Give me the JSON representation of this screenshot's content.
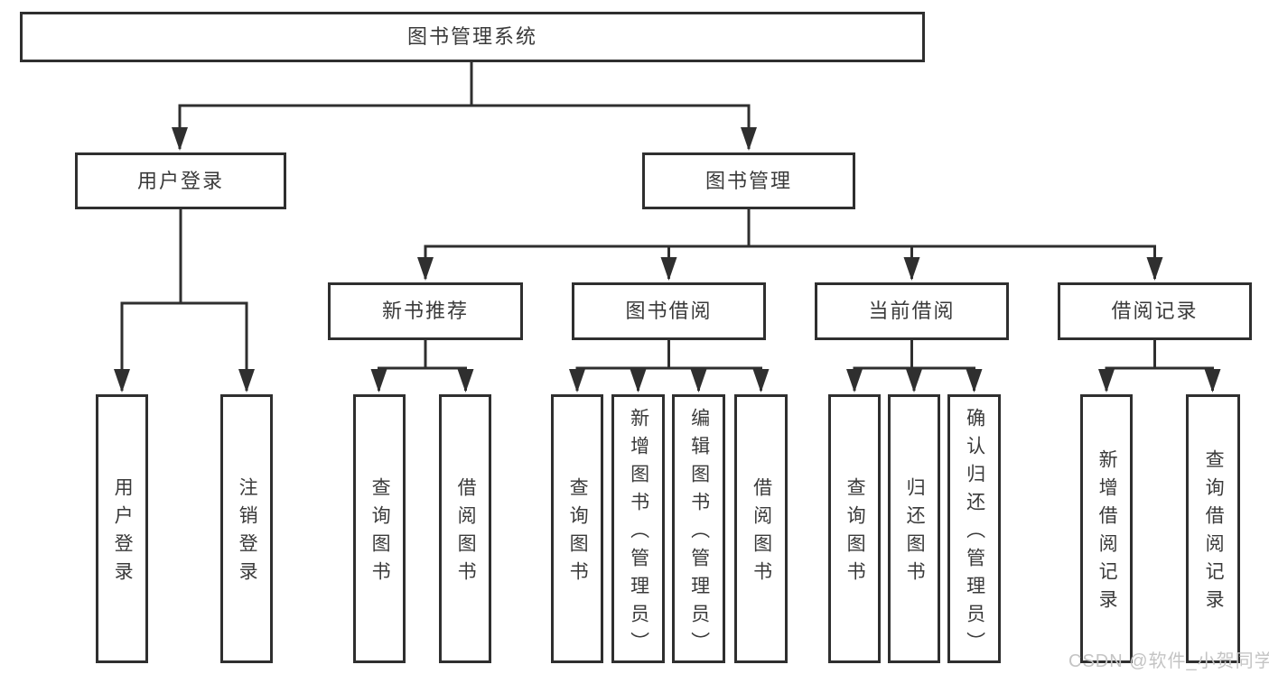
{
  "diagram": {
    "type": "tree",
    "root": {
      "label": "图书管理系统"
    },
    "branches": [
      {
        "label": "用户登录",
        "children": [
          {
            "label": "用户登录"
          },
          {
            "label": "注销登录"
          }
        ]
      },
      {
        "label": "图书管理",
        "children": [
          {
            "label": "新书推荐",
            "children": [
              {
                "label": "查询图书"
              },
              {
                "label": "借阅图书"
              }
            ]
          },
          {
            "label": "图书借阅",
            "children": [
              {
                "label": "查询图书"
              },
              {
                "label": "新增图书（管理员）"
              },
              {
                "label": "编辑图书（管理员）"
              },
              {
                "label": "借阅图书"
              }
            ]
          },
          {
            "label": "当前借阅",
            "children": [
              {
                "label": "查询图书"
              },
              {
                "label": "归还图书"
              },
              {
                "label": "确认归还（管理员）"
              }
            ]
          },
          {
            "label": "借阅记录",
            "children": [
              {
                "label": "新增借阅记录"
              },
              {
                "label": "查询借阅记录"
              }
            ]
          }
        ]
      }
    ]
  },
  "watermark": {
    "text": "CSDN @软件_小贺同学"
  },
  "colors": {
    "line": "#2f2f2f",
    "text": "#3a3a3a",
    "watermark": "#c4c4c4",
    "background": "#ffffff"
  }
}
